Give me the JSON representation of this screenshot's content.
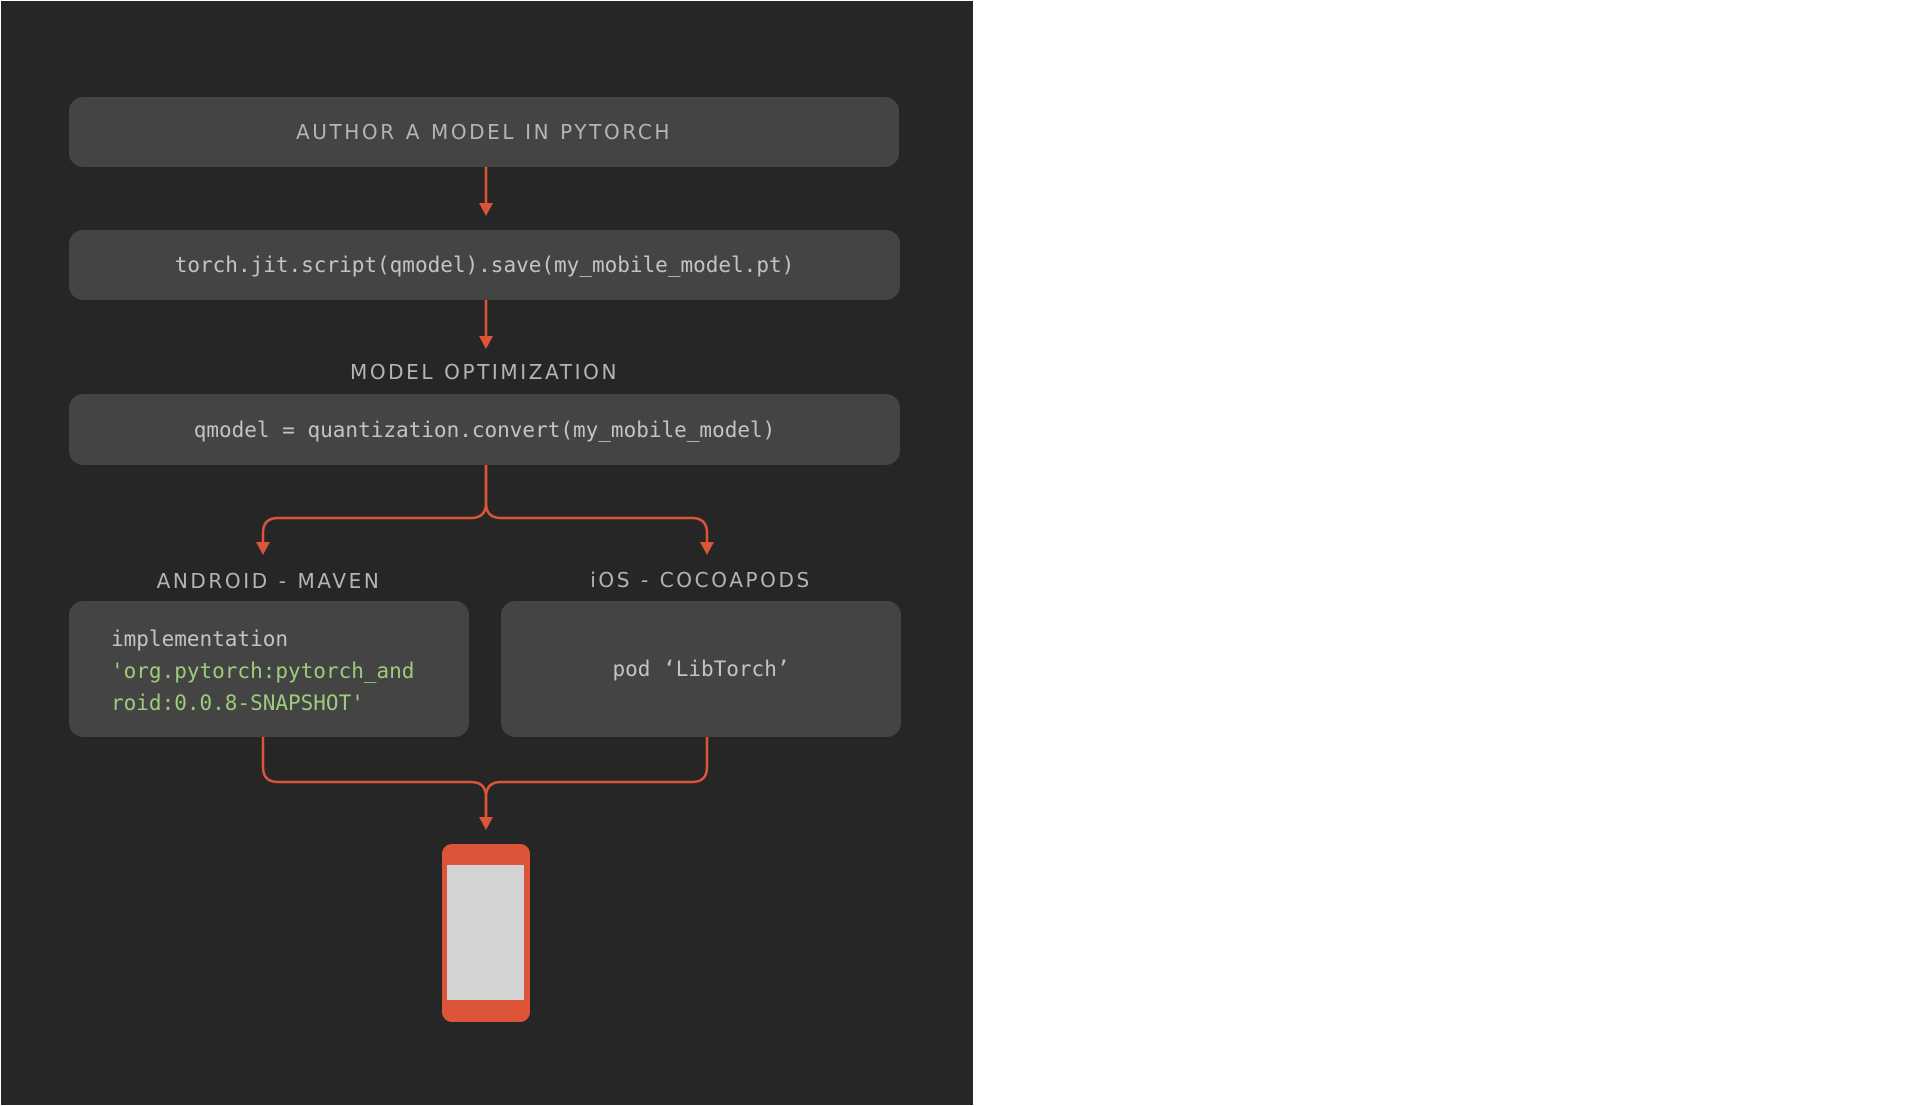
{
  "diagram": {
    "steps": {
      "author": "AUTHOR A MODEL IN PYTORCH",
      "script_save": "torch.jit.script(qmodel).save(my_mobile_model.pt)",
      "optimization_label": "MODEL OPTIMIZATION",
      "quantize": "qmodel = quantization.convert(my_mobile_model)"
    },
    "android": {
      "label": "ANDROID - MAVEN",
      "code_line1": "implementation",
      "code_line2": "'org.pytorch:pytorch_android:0.0.8-SNAPSHOT'"
    },
    "ios": {
      "label": "iOS - COCOAPODS",
      "code": "pod ‘LibTorch’"
    },
    "device_icon": "smartphone-icon"
  },
  "colors": {
    "panel_background": "#262626",
    "box_background": "#444444",
    "arrow": "#dd5538",
    "text": "#b4b4b4",
    "string_literal": "#9ccc7a",
    "phone_body": "#dd5538",
    "phone_screen": "#d3d3d3"
  }
}
